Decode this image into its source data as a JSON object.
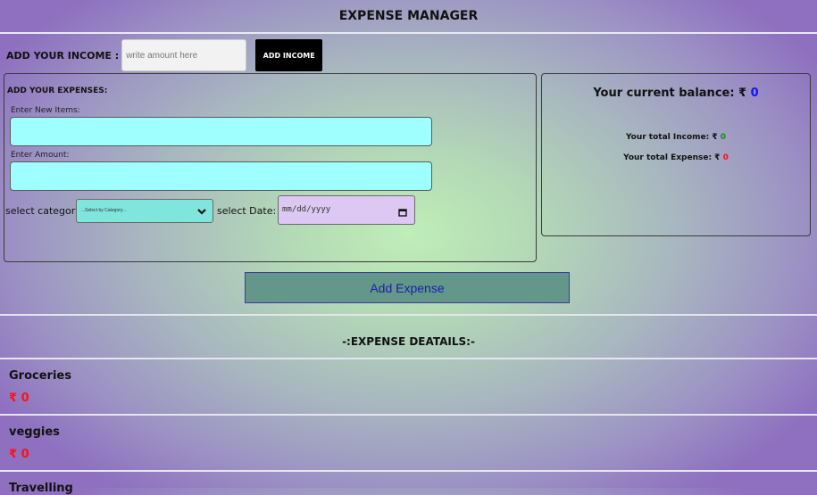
{
  "header": {
    "title": "EXPENSE MANAGER"
  },
  "income": {
    "label": "ADD YOUR INCOME :",
    "placeholder": "write amount here",
    "button_label": "ADD INCOME"
  },
  "expenses": {
    "title": "ADD YOUR EXPENSES:",
    "item_label": "Enter New Items:",
    "amount_label": "Enter Amount:",
    "category_label": "select category:",
    "category_selected": "...Select by Category...",
    "date_label": "select Date:",
    "date_placeholder": "mm/dd/yyyy"
  },
  "balance": {
    "title": "Your current balance: ₹",
    "value": "0",
    "income_label": "Your total Income: ₹",
    "income_value": "0",
    "expense_label": "Your total Expense: ₹",
    "expense_value": "0"
  },
  "add_expense_label": "Add Expense",
  "details": {
    "title": "-:EXPENSE DEATAILS:-",
    "categories": [
      {
        "name": "Groceries",
        "amount": "₹ 0"
      },
      {
        "name": "veggies",
        "amount": "₹ 0"
      },
      {
        "name": "Travelling",
        "amount": ""
      }
    ]
  },
  "colors": {
    "item_input": "#9fffff",
    "category_select": "#7fe5dd",
    "date_input": "#dcc8f2",
    "add_expense_button": "#62978a",
    "balance_value": "#1010ff",
    "income_value": "#1a8a1a",
    "expense_value": "#ff1010"
  }
}
